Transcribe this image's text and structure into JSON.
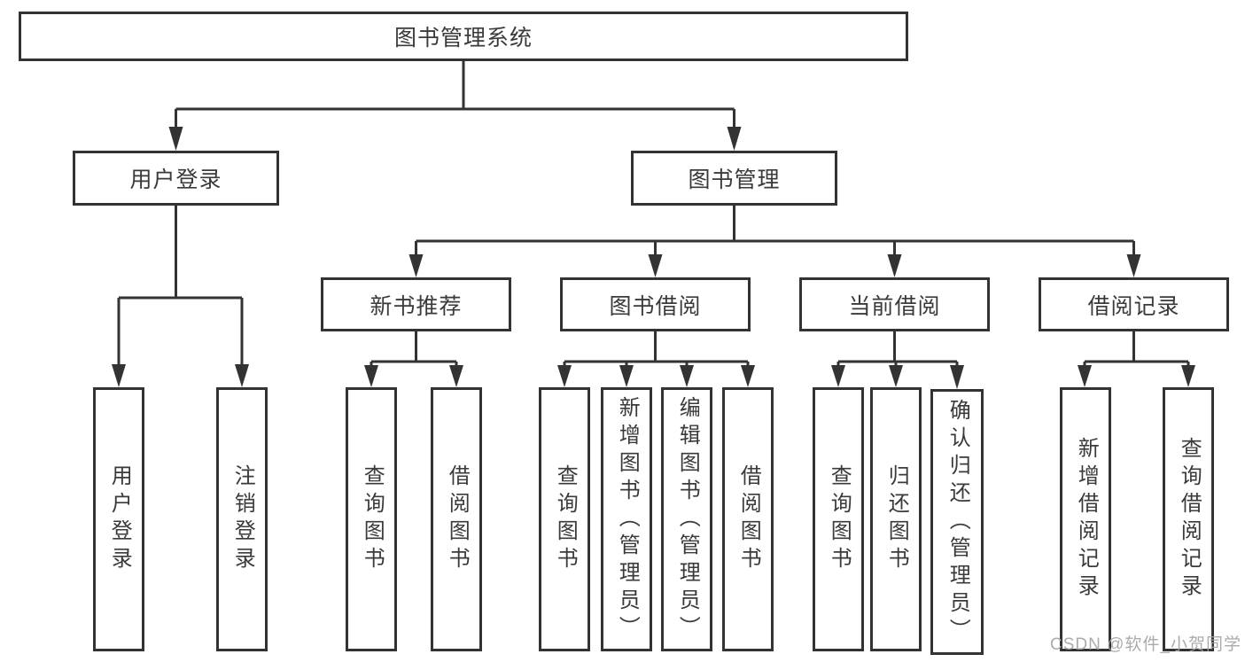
{
  "tree": {
    "label": "图书管理系统",
    "children": [
      {
        "label": "用户登录",
        "children": [
          {
            "label": "用户登录"
          },
          {
            "label": "注销登录"
          }
        ]
      },
      {
        "label": "图书管理",
        "children": [
          {
            "label": "新书推荐",
            "children": [
              {
                "label": "查询图书"
              },
              {
                "label": "借阅图书"
              }
            ]
          },
          {
            "label": "图书借阅",
            "children": [
              {
                "label": "查询图书"
              },
              {
                "label": "新增图书（管理员）"
              },
              {
                "label": "编辑图书（管理员）"
              },
              {
                "label": "借阅图书"
              }
            ]
          },
          {
            "label": "当前借阅",
            "children": [
              {
                "label": "查询图书"
              },
              {
                "label": "归还图书"
              },
              {
                "label": "确认归还（管理员）"
              }
            ]
          },
          {
            "label": "借阅记录",
            "children": [
              {
                "label": "新增借阅记录"
              },
              {
                "label": "查询借阅记录"
              }
            ]
          }
        ]
      }
    ]
  },
  "watermark": "CSDN @软件_小贺同学",
  "colors": {
    "line": "#333333",
    "text": "#3a3a3a",
    "box_background": "#ffffff",
    "page_background": "#ffffff",
    "watermark": "#a2a2a2"
  }
}
